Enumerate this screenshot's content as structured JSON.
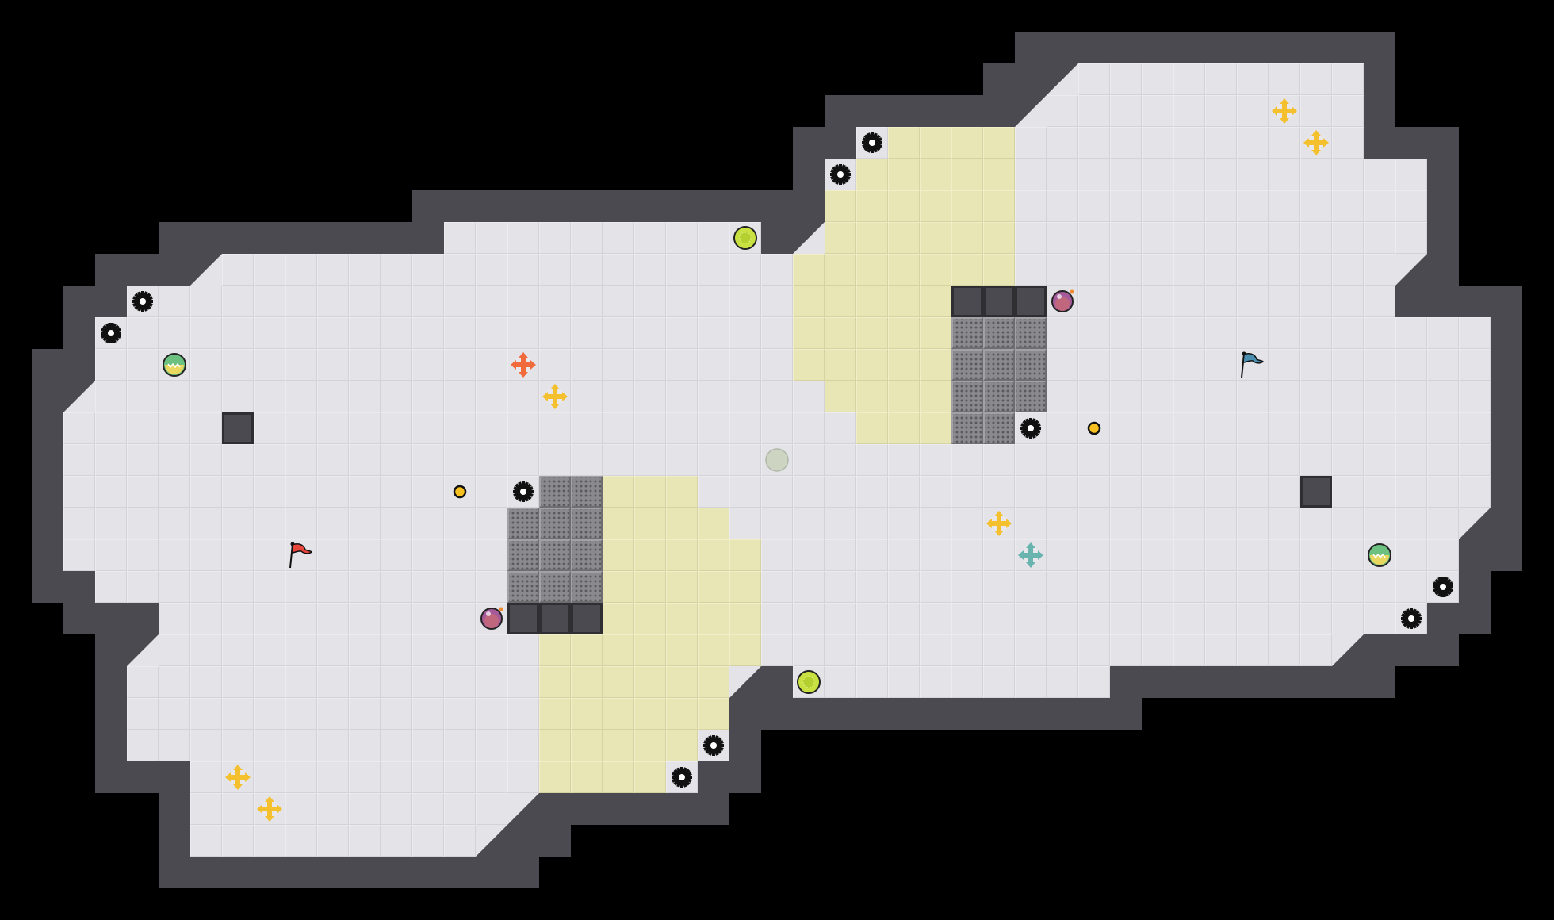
{
  "game": {
    "colors": {
      "floor": "#e3e3e8",
      "wall": "#4a4a50",
      "team_zone": "#e9e6b6",
      "grate": "#8a8a8e",
      "boost_yellow": "#f5c02e",
      "boost_red": "#f06a3c",
      "boost_blue": "#6ab4b0",
      "red_flag": "#e8453c",
      "blue_flag": "#4a8fb0",
      "portal": "#c8e040",
      "bomb": "#a55a9a",
      "powerup": "#6cc080"
    },
    "entities": [
      "spike",
      "boost",
      "red-boost",
      "blue-boost",
      "portal",
      "powerup",
      "bomb",
      "button",
      "red-flag",
      "blue-flag",
      "marsball-spawn"
    ]
  }
}
